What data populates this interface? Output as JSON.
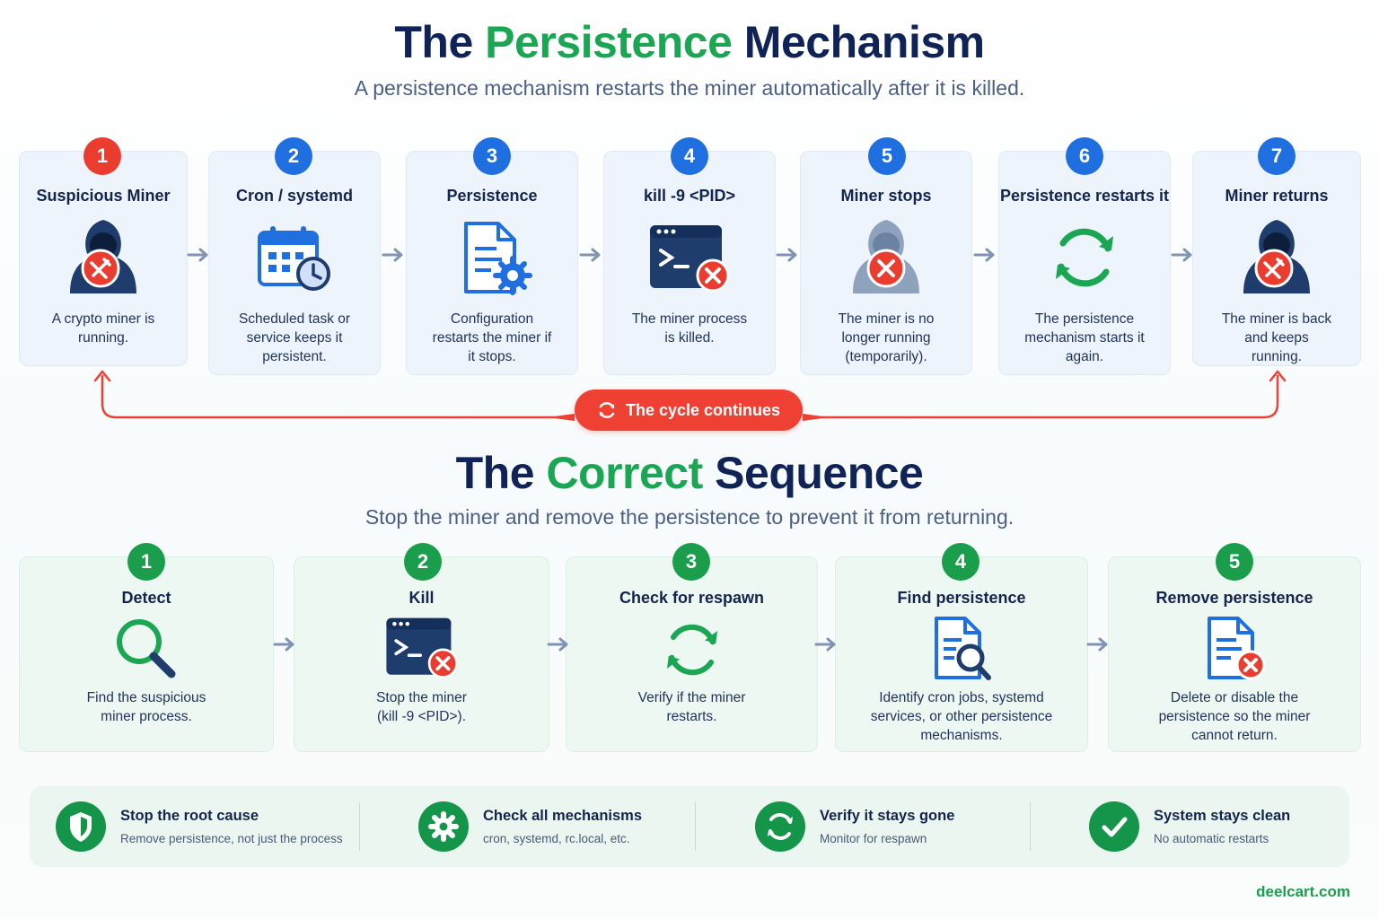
{
  "top": {
    "title_pre": "The ",
    "title_hl": "Persistence",
    "title_post": " Mechanism",
    "subtitle": "A persistence mechanism restarts the miner automatically after it is killed.",
    "steps": [
      {
        "num": "1",
        "title": "Suspicious Miner",
        "desc": "A crypto miner is running.",
        "icon": "hooded-miner-icon"
      },
      {
        "num": "2",
        "title": "Cron / systemd",
        "desc": "Scheduled task or service keeps it persistent.",
        "icon": "calendar-clock-icon"
      },
      {
        "num": "3",
        "title": "Persistence",
        "desc": "Configuration restarts the miner if it stops.",
        "icon": "config-file-gear-icon"
      },
      {
        "num": "4",
        "title": "kill -9 <PID>",
        "desc": "The miner process is killed.",
        "icon": "terminal-x-icon"
      },
      {
        "num": "5",
        "title": "Miner stops",
        "desc": "The miner is no longer running (temporarily).",
        "icon": "hooded-miner-stopped-icon"
      },
      {
        "num": "6",
        "title": "Persistence restarts it",
        "desc": "The persistence mechanism starts it again.",
        "icon": "refresh-icon"
      },
      {
        "num": "7",
        "title": "Miner returns",
        "desc": "The miner is back and keeps running.",
        "icon": "hooded-miner-icon"
      }
    ],
    "cycle_label": "The cycle continues"
  },
  "bottom": {
    "title_pre": "The ",
    "title_hl": "Correct",
    "title_post": " Sequence",
    "subtitle": "Stop the miner and remove the persistence to prevent it from returning.",
    "steps": [
      {
        "num": "1",
        "title": "Detect",
        "desc": "Find the suspicious miner process.",
        "icon": "magnifier-icon"
      },
      {
        "num": "2",
        "title": "Kill",
        "desc": "Stop the miner (kill -9 <PID>).",
        "icon": "terminal-x-icon"
      },
      {
        "num": "3",
        "title": "Check for respawn",
        "desc": "Verify if the miner restarts.",
        "icon": "refresh-icon"
      },
      {
        "num": "4",
        "title": "Find persistence",
        "desc": "Identify cron jobs, systemd services, or other persistence mechanisms.",
        "icon": "file-search-icon"
      },
      {
        "num": "5",
        "title": "Remove persistence",
        "desc": "Delete or disable the persistence so the miner cannot return.",
        "icon": "file-x-icon"
      }
    ]
  },
  "footer": [
    {
      "title": "Stop the root cause",
      "desc": "Remove persistence, not just the process",
      "icon": "shield-icon"
    },
    {
      "title": "Check all mechanisms",
      "desc": "cron, systemd, rc.local, etc.",
      "icon": "gear-icon"
    },
    {
      "title": "Verify it stays gone",
      "desc": "Monitor for respawn",
      "icon": "refresh-icon"
    },
    {
      "title": "System stays clean",
      "desc": "No automatic restarts",
      "icon": "check-icon"
    }
  ],
  "brand": "deelcart.com",
  "colors": {
    "navy": "#0f2356",
    "green": "#1aa653",
    "red": "#ea3d2f",
    "blue": "#1f6fe0"
  }
}
